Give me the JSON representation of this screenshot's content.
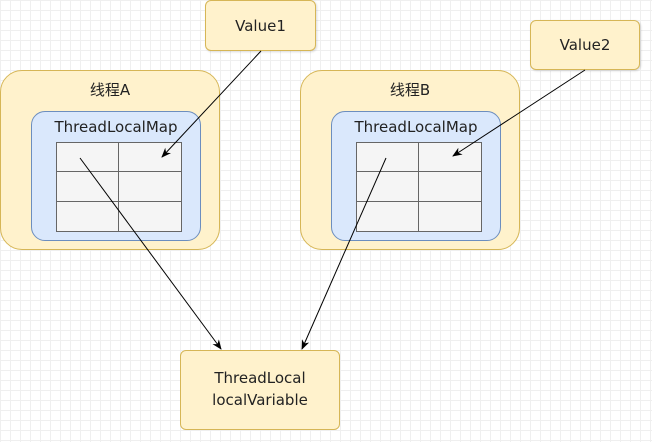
{
  "threads": [
    {
      "title": "线程A",
      "map_title": "ThreadLocalMap",
      "table": {
        "rows": 3,
        "cols": 2
      }
    },
    {
      "title": "线程B",
      "map_title": "ThreadLocalMap",
      "table": {
        "rows": 3,
        "cols": 2
      }
    }
  ],
  "values": [
    {
      "label": "Value1"
    },
    {
      "label": "Value2"
    }
  ],
  "thread_local": {
    "line1": "ThreadLocal",
    "line2": "localVariable"
  },
  "colors": {
    "thread_fill": "#fff2cc",
    "thread_stroke": "#d6b656",
    "map_fill": "#dae8fc",
    "map_stroke": "#6c8ebf",
    "table_fill": "#f5f5f5",
    "edge": "#000000"
  }
}
